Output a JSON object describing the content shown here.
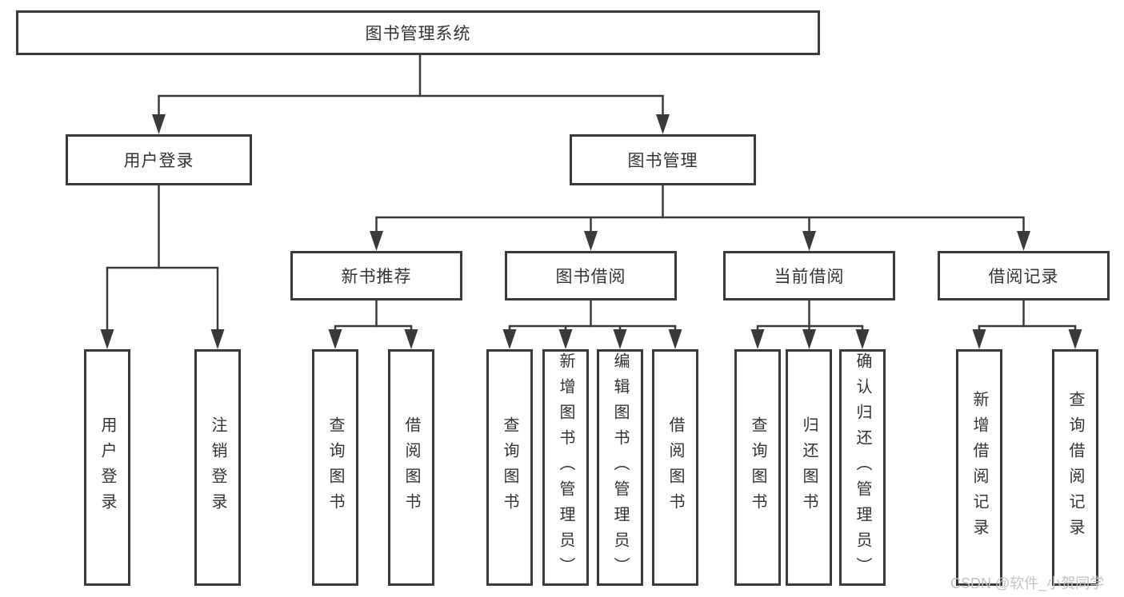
{
  "diagram": {
    "root": "图书管理系统",
    "level2": {
      "user_login": "用户登录",
      "book_mgmt": "图书管理"
    },
    "level3": {
      "new_book": "新书推荐",
      "book_borrow": "图书借阅",
      "current_borrow": "当前借阅",
      "borrow_record": "借阅记录"
    },
    "leaves": {
      "user_login": "用户登录",
      "logout": "注销登录",
      "nb_query": "查询图书",
      "nb_borrow": "借阅图书",
      "bb_query": "查询图书",
      "bb_add": "新增图书（管理员）",
      "bb_edit": "编辑图书（管理员）",
      "bb_borrow": "借阅图书",
      "cb_query": "查询图书",
      "cb_return": "归还图书",
      "cb_confirm": "确认归还（管理员）",
      "br_add": "新增借阅记录",
      "br_query": "查询借阅记录"
    }
  },
  "watermark": "CSDN @软件_小贺同学",
  "colors": {
    "line": "#3a3a3a",
    "text": "#333333",
    "watermark": "#c2c2c2",
    "background": "#ffffff"
  }
}
